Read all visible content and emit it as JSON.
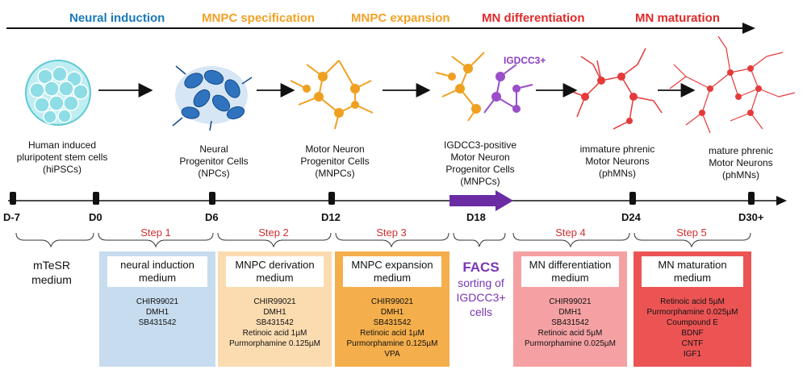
{
  "stages": [
    {
      "label": "Neural induction",
      "color": "#1a79b9"
    },
    {
      "label": "MNPC specification",
      "color": "#f2a125"
    },
    {
      "label": "MNPC expansion",
      "color": "#f2a125"
    },
    {
      "label": "MN differentiation",
      "color": "#e02a2a"
    },
    {
      "label": "MN maturation",
      "color": "#e02a2a"
    }
  ],
  "cells": [
    {
      "caption": [
        "Human induced",
        "pluripotent stem cells",
        "(hiPSCs)"
      ]
    },
    {
      "caption": [
        "Neural",
        "Progenitor Cells",
        "(NPCs)"
      ]
    },
    {
      "caption": [
        "Motor Neuron",
        "Progenitor Cells",
        "(MNPCs)"
      ]
    },
    {
      "caption": [
        "IGDCC3-positive",
        "Motor Neuron",
        "Progenitor Cells",
        "(MNPCs)"
      ],
      "tag": "IGDCC3+"
    },
    {
      "caption": [
        "immature phrenic",
        "Motor Neurons",
        "(phMNs)"
      ]
    },
    {
      "caption": [
        "mature phrenic",
        "Motor Neurons",
        "(phMNs)"
      ]
    }
  ],
  "days": [
    "D-7",
    "D0",
    "D6",
    "D12",
    "D18",
    "D24",
    "D30+"
  ],
  "steps": [
    "Step 1",
    "Step 2",
    "Step 3",
    "Step 4",
    "Step 5"
  ],
  "mtesr": [
    "mTeSR",
    "medium"
  ],
  "facs": {
    "title": "FACS",
    "text": [
      "sorting of",
      "IGDCC3+",
      "cells"
    ]
  },
  "media": [
    {
      "title": [
        "neural induction",
        "medium"
      ],
      "bg": "#c7dcee",
      "reagents": [
        "CHIR99021",
        "DMH1",
        "SB431542"
      ]
    },
    {
      "title": [
        "MNPC derivation",
        "medium"
      ],
      "bg": "#fbdcb0",
      "reagents": [
        "CHIR99021",
        "DMH1",
        "SB431542",
        "Retinoic acid 1µM",
        "Purmorphamine 0.125µM"
      ]
    },
    {
      "title": [
        "MNPC expansion",
        "medium"
      ],
      "bg": "#f4ae4b",
      "reagents": [
        "CHIR99021",
        "DMH1",
        "SB431542",
        "Retinoic acid 1µM",
        "Purmorphamine 0.125µM",
        "VPA"
      ]
    },
    {
      "title": [
        "MN differentiation",
        "medium"
      ],
      "bg": "#f5a1a3",
      "reagents": [
        "CHIR99021",
        "DMH1",
        "SB431542",
        "Retinoic acid 5µM",
        "Purmorphamine 0.025µM"
      ]
    },
    {
      "title": [
        "MN maturation",
        "medium"
      ],
      "bg": "#ec5454",
      "reagents": [
        "Retinoic acid 5µM",
        "Purmorphamine 0.025µM",
        "Coumpound E",
        "BDNF",
        "CNTF",
        "IGF1"
      ]
    }
  ]
}
